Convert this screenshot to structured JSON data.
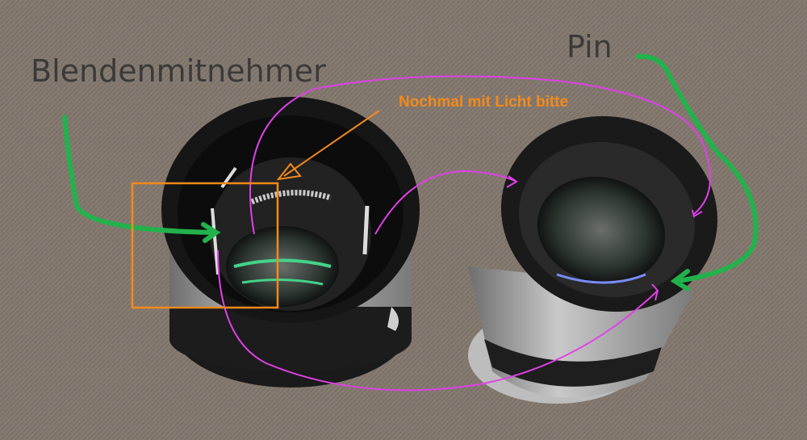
{
  "annotations": {
    "blendenmitnehmer": "Blendenmitnehmer",
    "pin": "Pin",
    "request": "Nochmal mit Licht bitte"
  },
  "colors": {
    "green": "#22b24c",
    "magenta": "#e040e8",
    "orange": "#f28a1c",
    "background": "#857a70"
  }
}
